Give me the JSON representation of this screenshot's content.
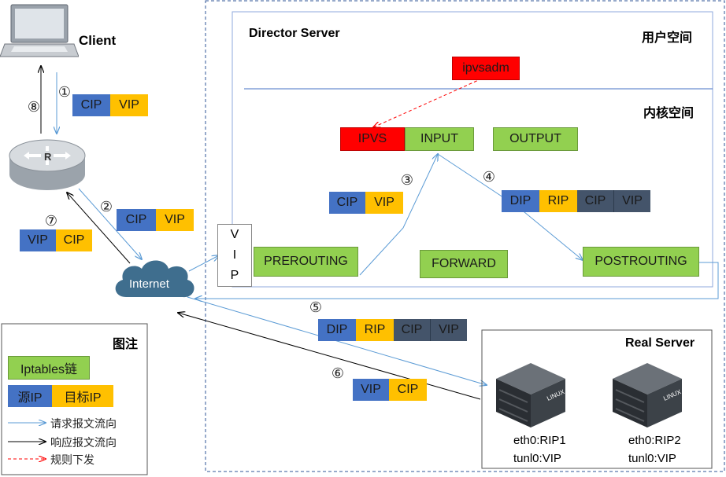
{
  "client": {
    "label": "Client"
  },
  "router": {
    "label": "R"
  },
  "internet": {
    "label": "Internet"
  },
  "director": {
    "title": "Director Server",
    "user_space": "用户空间",
    "kernel_space": "内核空间",
    "ipvsadm": "ipvsadm",
    "ipvs": "IPVS",
    "input": "INPUT",
    "output": "OUTPUT",
    "prerouting": "PREROUTING",
    "forward": "FORWARD",
    "postrouting": "POSTROUTING",
    "vip_letters": [
      "V",
      "I",
      "P"
    ]
  },
  "steps": {
    "s1": "①",
    "s2": "②",
    "s3": "③",
    "s4": "④",
    "s5": "⑤",
    "s6": "⑥",
    "s7": "⑦",
    "s8": "⑧"
  },
  "packets": {
    "p1": [
      "CIP",
      "VIP"
    ],
    "p2": [
      "CIP",
      "VIP"
    ],
    "p3": [
      "CIP",
      "VIP"
    ],
    "p4": [
      "DIP",
      "RIP",
      "CIP",
      "VIP"
    ],
    "p5": [
      "DIP",
      "RIP",
      "CIP",
      "VIP"
    ],
    "p6": [
      "VIP",
      "CIP"
    ],
    "p7": [
      "VIP",
      "CIP"
    ]
  },
  "real_server": {
    "title": "Real Server",
    "server1": {
      "brand": "LINUX",
      "eth": "eth0:RIP1",
      "tun": "tunl0:VIP"
    },
    "server2": {
      "brand": "LINUX",
      "eth": "eth0:RIP2",
      "tun": "tunl0:VIP"
    }
  },
  "legend": {
    "title": "图注",
    "chain": "Iptables链",
    "src": "源IP",
    "dst": "目标IP",
    "request": "请求报文流向",
    "response": "响应报文流向",
    "rule": "规则下发"
  },
  "colors": {
    "request": "#5b9bd5",
    "response": "#000000",
    "rule": "#ff0000",
    "chain": "#92d050",
    "src": "#4472c4",
    "dst": "#ffc000"
  }
}
